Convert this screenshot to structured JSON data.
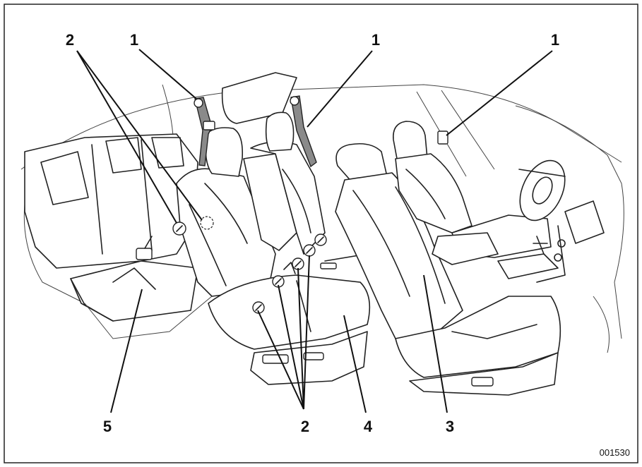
{
  "figure": {
    "code": "001530",
    "callouts": [
      {
        "label": "1"
      },
      {
        "label": "1"
      },
      {
        "label": "1"
      },
      {
        "label": "2"
      },
      {
        "label": "2"
      },
      {
        "label": "3"
      },
      {
        "label": "4"
      },
      {
        "label": "5"
      }
    ]
  }
}
